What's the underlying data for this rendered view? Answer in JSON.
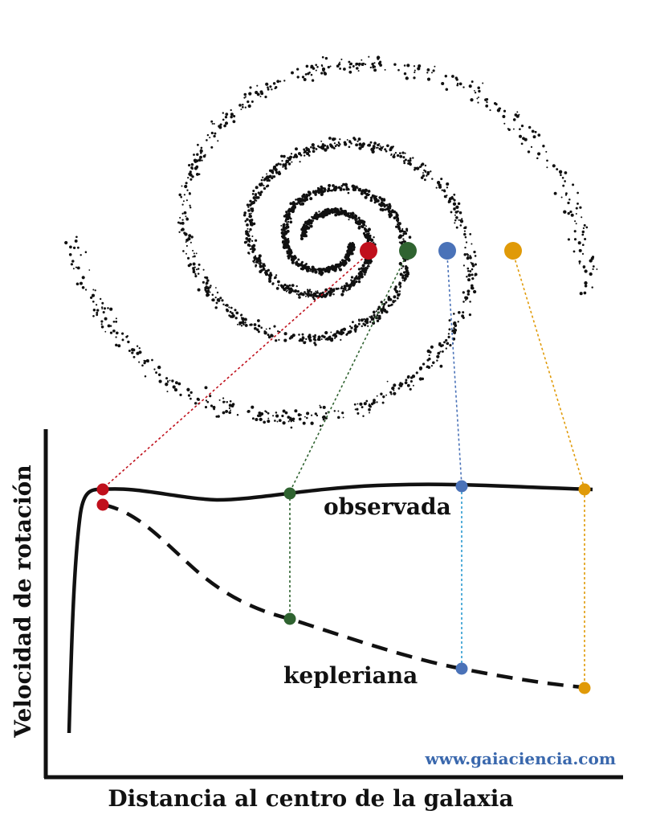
{
  "colors": {
    "red": "#c0101c",
    "green": "#2f6330",
    "blue": "#4a72b8",
    "blue_connector": "#2a9ad0",
    "orange": "#e09a08",
    "ink": "#111111",
    "credit": "#3a68ad"
  },
  "galaxy": {
    "description_icon": "spiral-galaxy-icon",
    "markers": [
      "red",
      "green",
      "blue",
      "orange"
    ]
  },
  "chart": {
    "y_axis_label": "Velocidad de rotación",
    "x_axis_label": "Distancia al centro de la galaxia",
    "observed_label": "observada",
    "keplerian_label": "kepleriana",
    "credit": "www.gaiaciencia.com"
  },
  "chart_data": {
    "type": "line",
    "title": "",
    "xlabel": "Distancia al centro de la galaxia",
    "ylabel": "Velocidad de rotación",
    "series": [
      {
        "name": "observada",
        "style": "solid"
      },
      {
        "name": "kepleriana",
        "style": "dashed"
      }
    ],
    "markers": [
      "red",
      "green",
      "blue",
      "orange"
    ]
  }
}
